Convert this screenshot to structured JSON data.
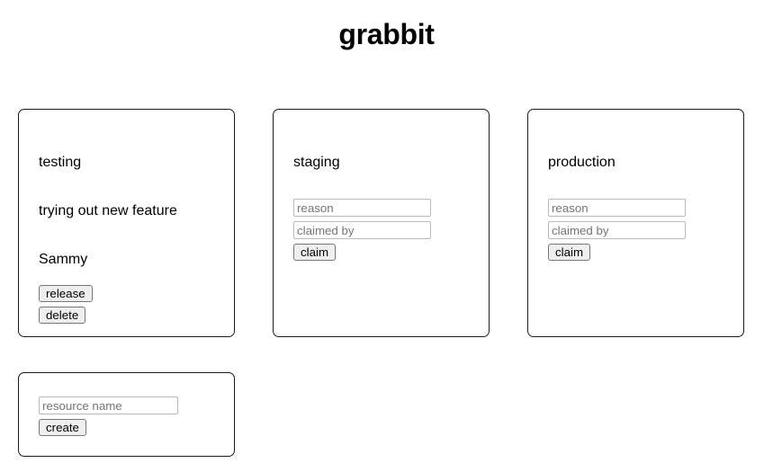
{
  "app": {
    "title": "grabbit",
    "background_color": "#ffffff",
    "text_color": "#000000",
    "card_border_color": "#1a1a1a",
    "button_background_color": "#efefef",
    "button_border_color": "#767676",
    "input_border_color": "#b9b9b9",
    "placeholder_color": "#757575"
  },
  "resources": [
    {
      "name": "testing",
      "claimed": true,
      "reason": "trying out new feature",
      "claimed_by": "Sammy",
      "release_label": "release",
      "delete_label": "delete"
    },
    {
      "name": "staging",
      "claimed": false,
      "reason_placeholder": "reason",
      "claimed_by_placeholder": "claimed by",
      "reason_value": "",
      "claimed_by_value": "",
      "claim_label": "claim"
    },
    {
      "name": "production",
      "claimed": false,
      "reason_placeholder": "reason",
      "claimed_by_placeholder": "claimed by",
      "reason_value": "",
      "claimed_by_value": "",
      "claim_label": "claim"
    }
  ],
  "create_card": {
    "resource_name_placeholder": "resource name",
    "resource_name_value": "",
    "create_label": "create"
  }
}
